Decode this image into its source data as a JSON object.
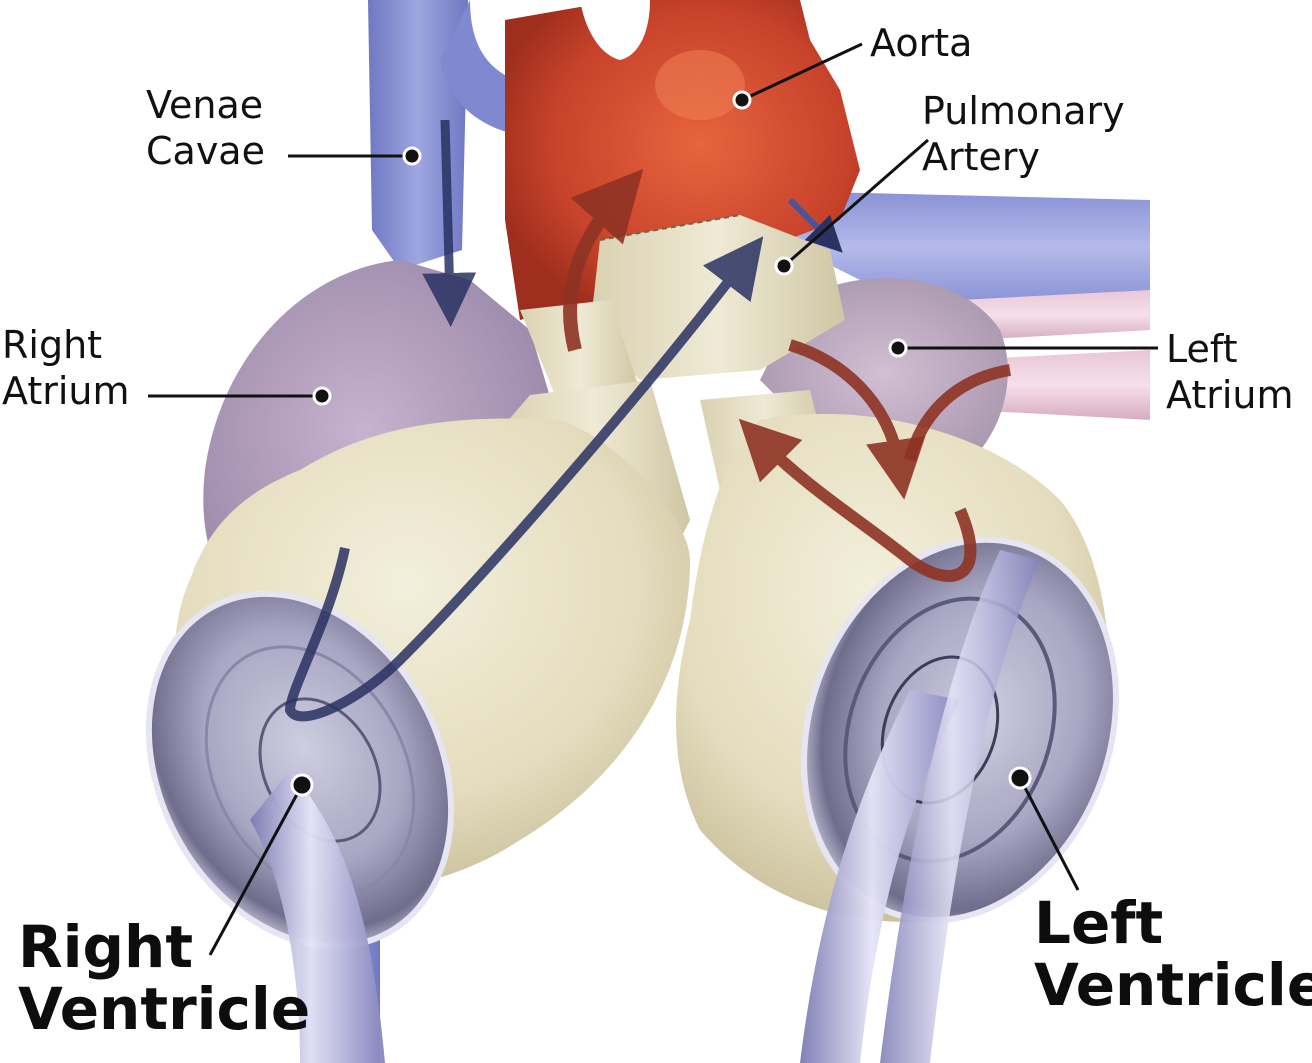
{
  "labels": {
    "venae_cavae": [
      "Venae",
      "Cavae"
    ],
    "aorta": [
      "Aorta"
    ],
    "pulmonary_artery": [
      "Pulmonary",
      "Artery"
    ],
    "right_atrium": [
      "Right",
      "Atrium"
    ],
    "left_atrium": [
      "Left",
      "Atrium"
    ],
    "right_ventricle": [
      "Right",
      "Ventricle"
    ],
    "left_ventricle": [
      "Left",
      "Ventricle"
    ]
  },
  "colors": {
    "vein_blue": "#7f88cf",
    "aorta_red": "#c8482e",
    "atrium_purple": "#b7a2be",
    "device_cream": "#e6dec2",
    "deoxygenated_arrow": "#2a3262",
    "oxygenated_arrow": "#8e3324",
    "leader_line": "#111111"
  }
}
